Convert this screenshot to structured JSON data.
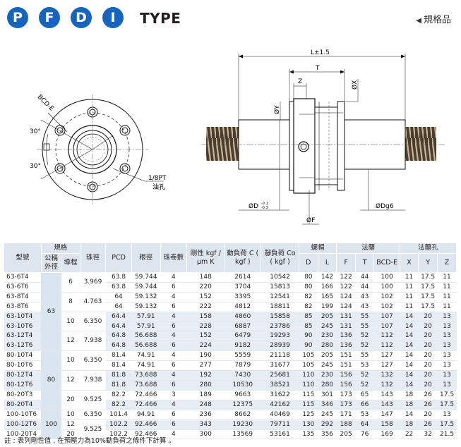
{
  "header": {
    "letters": [
      "P",
      "F",
      "D",
      "I"
    ],
    "title": "TYPE",
    "spec_link": "規格品"
  },
  "drawing": {
    "length": "L±1.5",
    "t": "T",
    "z": "Z",
    "x": "ØX",
    "y": "ØY",
    "bcd": "BCD-E",
    "angle_top": "30°",
    "angle_bottom": "30°",
    "oil_size": "1/8PT",
    "oil_text": "油孔",
    "d": "ØD",
    "d_tol_top": "-0.1",
    "d_tol_bottom": "-0.3",
    "dg6": "ØDg6",
    "f": "ØF"
  },
  "table": {
    "headers": {
      "model": "型號",
      "spec": "規格",
      "nominal_od": "公稱外徑",
      "lead": "導程",
      "ball": "珠徑",
      "pcd": "PCD",
      "root": "根徑",
      "turns": "珠卷數",
      "stiffness": "剛性 kgf /µm K",
      "dynamic": "動負荷 C ( kgf )",
      "static": "靜負荷 Co ( kgf )",
      "nut": "螺帽",
      "flange": "法蘭",
      "flange_hole": "法蘭孔",
      "D": "D",
      "L": "L",
      "F": "F",
      "T": "T",
      "BCDE": "BCD-E",
      "X": "X",
      "Y": "Y",
      "Z": "Z"
    },
    "rows": [
      [
        "63-6T4",
        "63.8",
        "59.744",
        "4",
        "148",
        "2614",
        "10542",
        "80",
        "142",
        "122",
        "44",
        "100",
        "11",
        "17.5",
        "11"
      ],
      [
        "63-6T6",
        "63.8",
        "59.744",
        "6",
        "220",
        "3704",
        "15813",
        "80",
        "166",
        "122",
        "44",
        "100",
        "11",
        "17.5",
        "11"
      ],
      [
        "63-8T4",
        "64",
        "59.132",
        "4",
        "152",
        "3395",
        "12541",
        "82",
        "165",
        "124",
        "43",
        "102",
        "11",
        "17.5",
        "11"
      ],
      [
        "63-8T6",
        "64",
        "59.132",
        "6",
        "222",
        "4812",
        "18811",
        "82",
        "199",
        "124",
        "43",
        "102",
        "11",
        "17.5",
        "11"
      ],
      [
        "63-10T4",
        "64.4",
        "57.91",
        "4",
        "158",
        "4860",
        "15858",
        "85",
        "205",
        "131",
        "55",
        "107",
        "14",
        "20",
        "13"
      ],
      [
        "63-10T6",
        "64.4",
        "57.91",
        "6",
        "228",
        "6887",
        "23786",
        "85",
        "245",
        "131",
        "55",
        "107",
        "14",
        "20",
        "13"
      ],
      [
        "63-12T4",
        "64.8",
        "56.688",
        "4",
        "152",
        "6479",
        "19293",
        "90",
        "230",
        "136",
        "52",
        "112",
        "14",
        "20",
        "13"
      ],
      [
        "63-12T6",
        "64.8",
        "56.688",
        "6",
        "224",
        "9182",
        "28939",
        "90",
        "280",
        "136",
        "52",
        "112",
        "14",
        "20",
        "13"
      ],
      [
        "80-10T4",
        "81.4",
        "74.91",
        "4",
        "190",
        "5559",
        "21118",
        "105",
        "205",
        "151",
        "55",
        "127",
        "14",
        "20",
        "13"
      ],
      [
        "80-10T6",
        "81.4",
        "74.91",
        "6",
        "277",
        "7879",
        "31677",
        "105",
        "245",
        "151",
        "53",
        "127",
        "14",
        "20",
        "13"
      ],
      [
        "80-12T4",
        "81.8",
        "73.688",
        "4",
        "192",
        "7430",
        "25681",
        "110",
        "230",
        "156",
        "52",
        "132",
        "14",
        "20",
        "13"
      ],
      [
        "80-12T6",
        "81.8",
        "73.688",
        "6",
        "280",
        "10530",
        "38521",
        "110",
        "280",
        "156",
        "52",
        "132",
        "14",
        "20",
        "13"
      ],
      [
        "80-20T3",
        "82.2",
        "72.466",
        "3",
        "189",
        "9663",
        "31622",
        "115",
        "301",
        "173",
        "65",
        "143",
        "18",
        "26",
        "17.5"
      ],
      [
        "80-20T4",
        "82.2",
        "72.466",
        "4",
        "248",
        "12375",
        "42162",
        "115",
        "346",
        "173",
        "66",
        "143",
        "18",
        "26",
        "17.5"
      ],
      [
        "100-10T6",
        "101.4",
        "94.91",
        "6",
        "236",
        "8662",
        "40469",
        "125",
        "245",
        "171",
        "53",
        "147",
        "14",
        "20",
        "13"
      ],
      [
        "100-12T6",
        "102.2",
        "92.466",
        "6",
        "343",
        "19230",
        "79711",
        "130",
        "292",
        "188",
        "64",
        "158",
        "18",
        "26",
        "17.5"
      ],
      [
        "100-20T4",
        "102.2",
        "92.466",
        "4",
        "300",
        "13569",
        "53161",
        "135",
        "356",
        "205",
        "76",
        "169",
        "22",
        "32",
        "21.5"
      ]
    ],
    "groups": {
      "od": [
        {
          "value": "63",
          "span": 8
        },
        {
          "value": "80",
          "span": 6
        },
        {
          "value": "100",
          "span": 3
        }
      ],
      "lead_ball": [
        {
          "lead": "6",
          "ball": "3.969",
          "span": 2
        },
        {
          "lead": "8",
          "ball": "4.763",
          "span": 2
        },
        {
          "lead": "10",
          "ball": "6.350",
          "span": 2
        },
        {
          "lead": "12",
          "ball": "7.938",
          "span": 2
        },
        {
          "lead": "10",
          "ball": "6.350",
          "span": 2
        },
        {
          "lead": "12",
          "ball": "7.938",
          "span": 2
        },
        {
          "lead": "20",
          "ball": "9.525",
          "span": 2
        },
        {
          "lead": "10",
          "ball": "6.350",
          "span": 1
        },
        {
          "lead": "12",
          "ball": "9.525",
          "span": 2,
          "lead_span": 1
        },
        {
          "lead": "20",
          "ball": "",
          "span": 0,
          "lead_span": 1
        }
      ]
    }
  },
  "note": "註 : 表列剛性值 , 在預壓力為10%動負荷之條件下計算 。",
  "colors": {
    "accent": "#1565c0",
    "header_bg": "#dde6ef",
    "row_shade": "#e7edf4"
  }
}
